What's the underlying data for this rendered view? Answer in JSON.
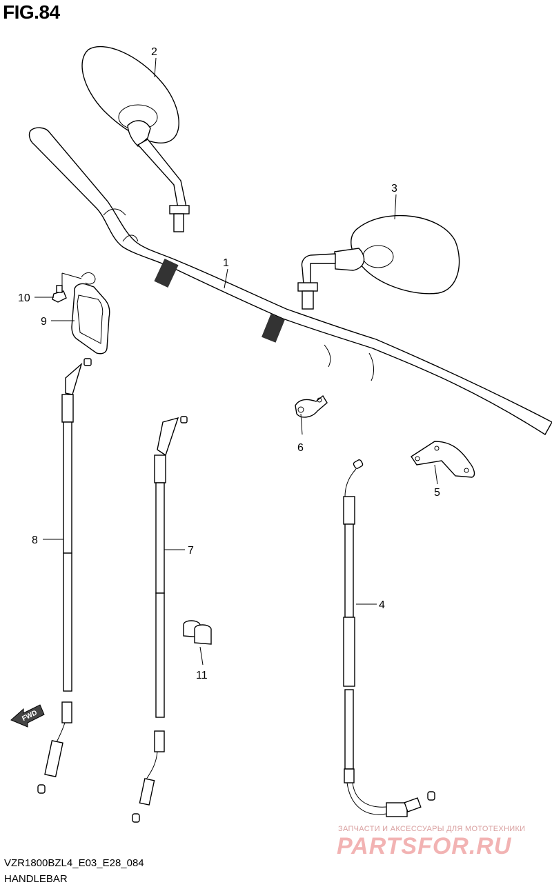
{
  "header": {
    "title": "FIG.84"
  },
  "callouts": [
    "1",
    "2",
    "3",
    "4",
    "5",
    "6",
    "7",
    "8",
    "9",
    "10",
    "11"
  ],
  "fwd_label": "FWD",
  "footer": {
    "model_code": "VZR1800BZL4_E03_E28_084",
    "section": "HANDLEBAR"
  },
  "watermark": {
    "tagline": "ЗАПЧАСТИ И АКСЕССУАРЫ ДЛЯ МОТОТЕХНИКИ",
    "logo": "PARTSFOR.RU"
  }
}
